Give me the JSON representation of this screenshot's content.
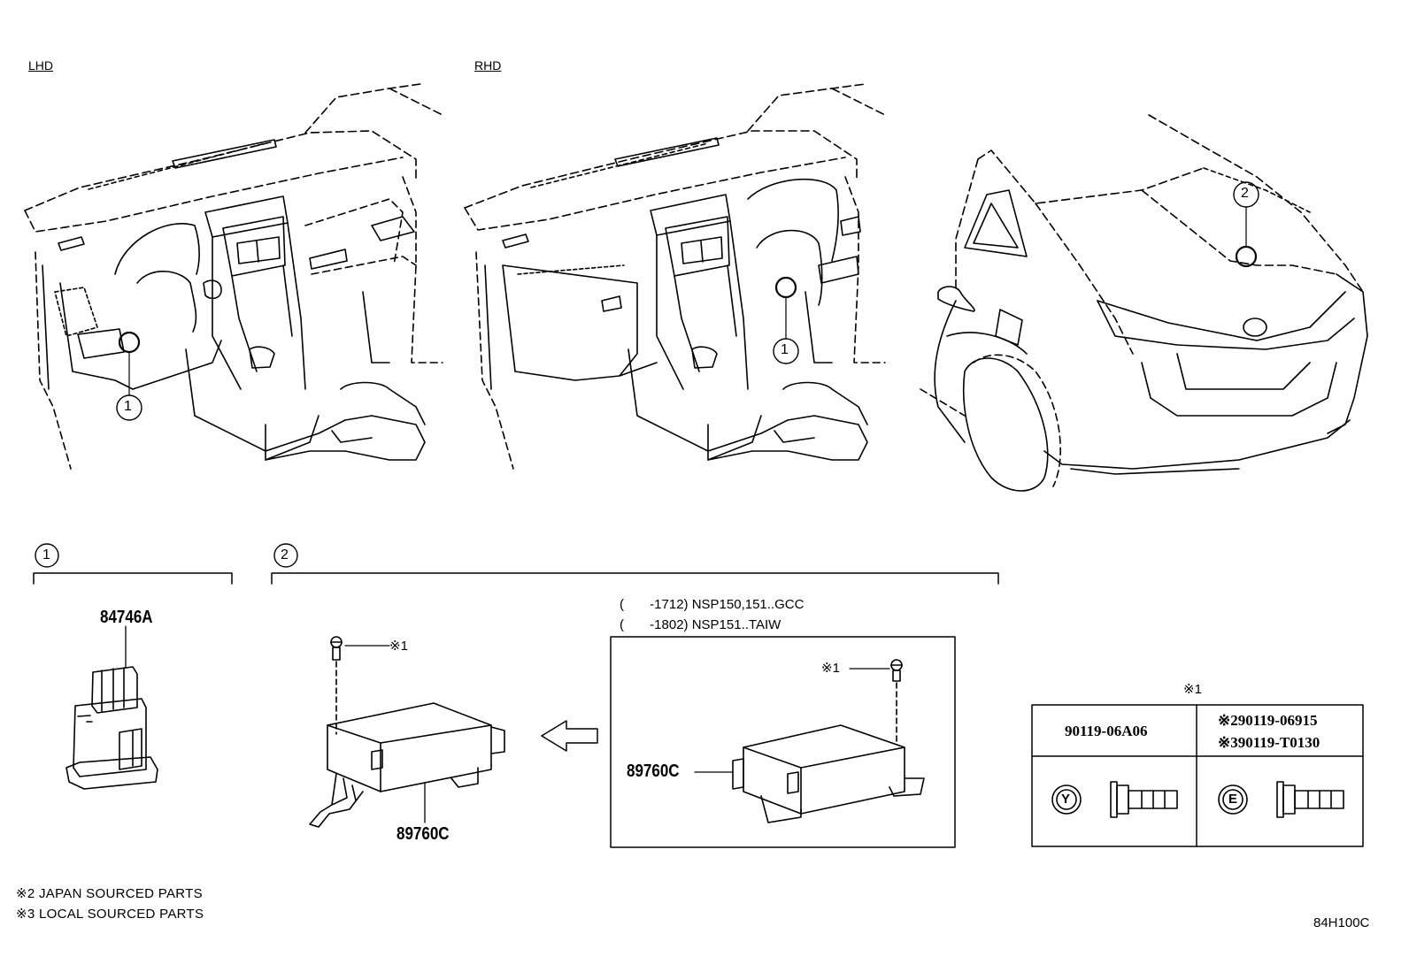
{
  "views": {
    "lhd": "LHD",
    "rhd": "RHD"
  },
  "callouts": {
    "one": "①",
    "two": "②"
  },
  "parts": {
    "switch": "84746A",
    "module_main": "89760C",
    "module_inset": "89760C"
  },
  "inset": {
    "line1": "(       -1712) NSP150,151..GCC",
    "line2": "(       -1802) NSP151..TAIW"
  },
  "refmarks": {
    "bolt_main": "※1",
    "bolt_inset": "※1",
    "table_title": "※1"
  },
  "bolt_table": {
    "col1_part": "90119-06A06",
    "col2_part_a": "※290119-06915",
    "col2_part_b": "※390119-T0130",
    "col1_head_mark": "Y",
    "col2_head_mark": "E"
  },
  "notes": {
    "n2": "※2 JAPAN SOURCED PARTS",
    "n3": "※3 LOCAL SOURCED PARTS"
  },
  "figure_code": "84H100C"
}
